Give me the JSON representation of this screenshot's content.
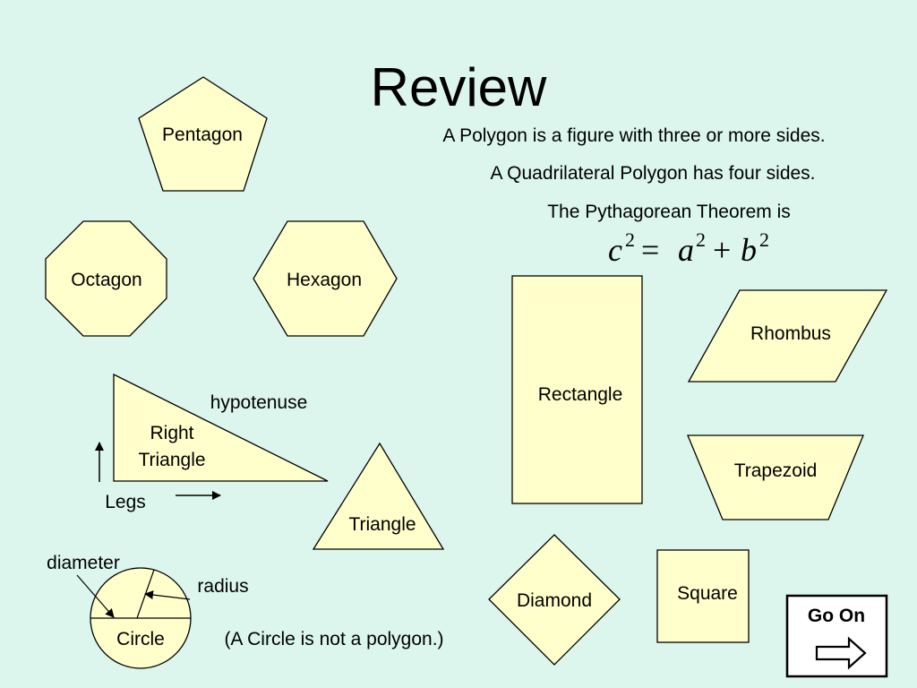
{
  "title": "Review",
  "facts": {
    "polygon": "A Polygon is a figure with three or more sides.",
    "quadrilateral": "A Quadrilateral Polygon has four sides.",
    "pythagorean": "The Pythagorean Theorem is"
  },
  "formula": {
    "c": "c",
    "a": "a",
    "b": "b",
    "exp": "2",
    "equals": "=",
    "plus": "+"
  },
  "shapes": {
    "pentagon": "Pentagon",
    "octagon": "Octagon",
    "hexagon": "Hexagon",
    "right_triangle_line1": "Right",
    "right_triangle_line2": "Triangle",
    "hypotenuse": "hypotenuse",
    "legs": "Legs",
    "triangle": "Triangle",
    "rectangle": "Rectangle",
    "rhombus": "Rhombus",
    "trapezoid": "Trapezoid",
    "diamond": "Diamond",
    "square": "Square",
    "circle": "Circle",
    "diameter": "diameter",
    "radius": "radius",
    "circle_note": "(A Circle is not a polygon.)"
  },
  "nav": {
    "go_on": "Go On",
    "arrow_icon": "right-arrow-icon"
  },
  "colors": {
    "background": "#dcf6ee",
    "shape_fill": "#ffffcc",
    "stroke": "#000000"
  }
}
